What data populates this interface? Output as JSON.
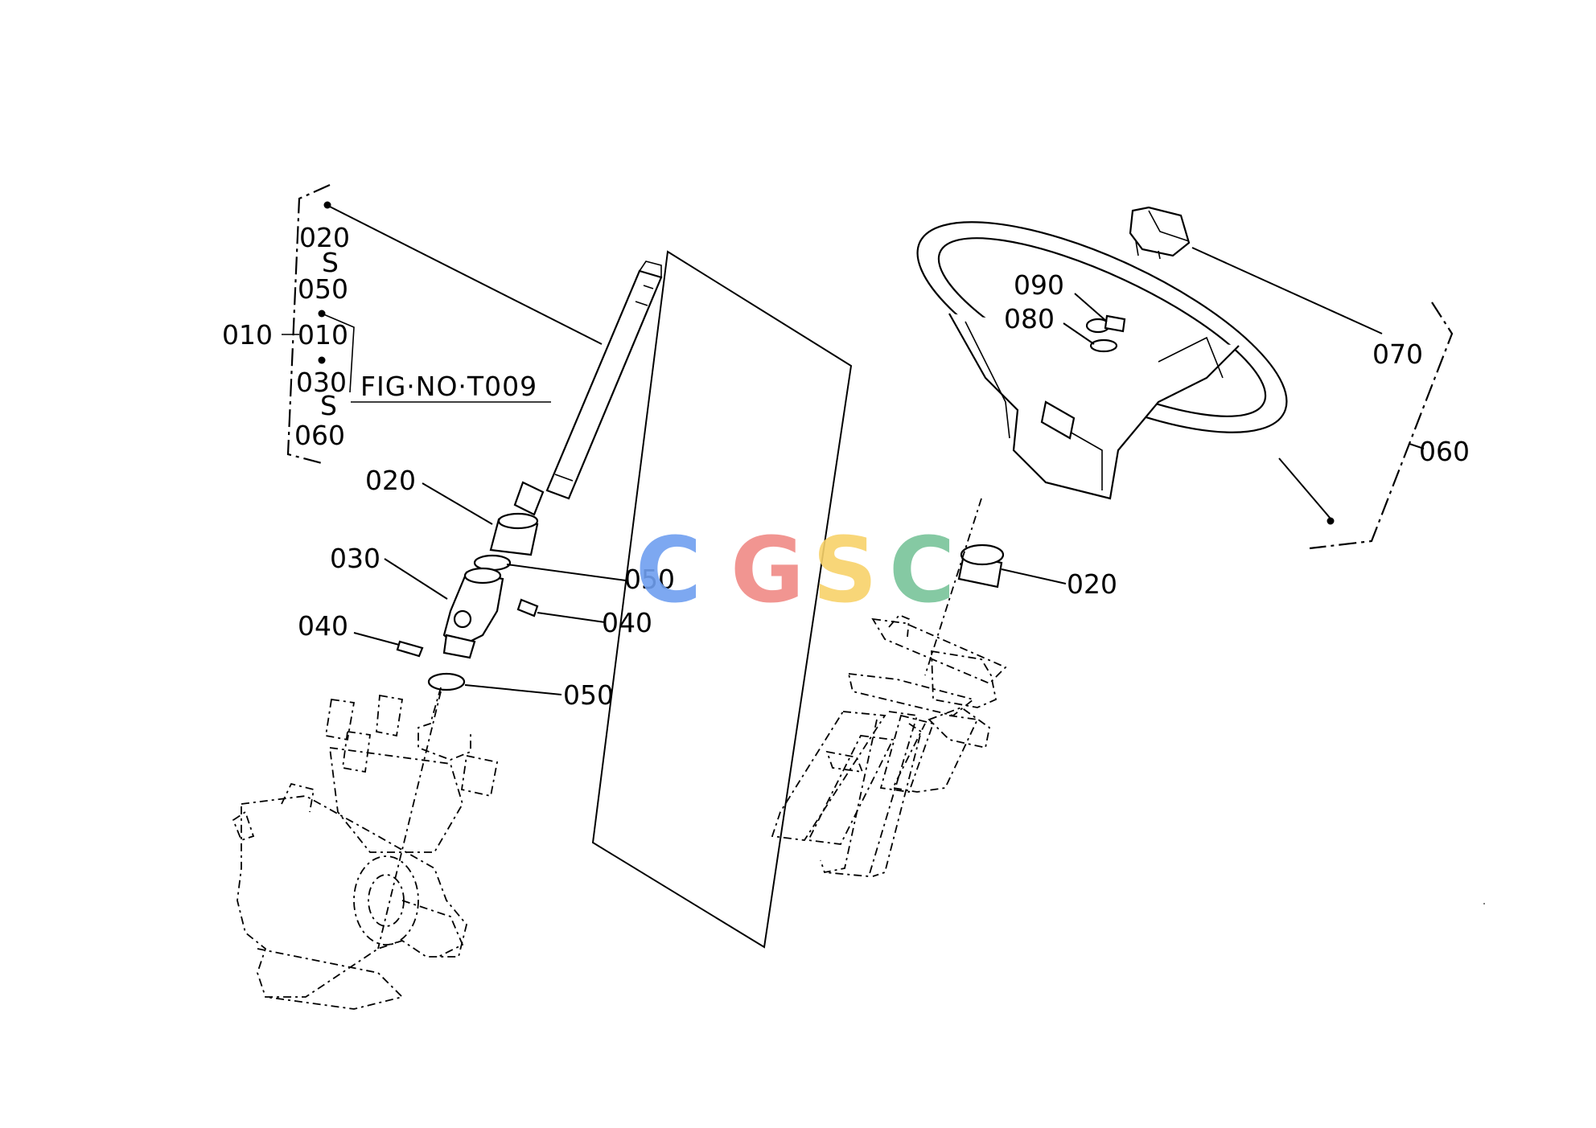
{
  "diagram": {
    "left_bracket": {
      "range_top_start": "020",
      "range_top_sep": "S",
      "range_top_end": "050",
      "assembly_outer": "010",
      "assembly_inner": "010",
      "range_bottom_start": "030",
      "range_bottom_sep": "S",
      "range_bottom_end": "060",
      "fig_ref": "FIG·NO·T009"
    },
    "left_labels": {
      "bushing": "020",
      "u_joint": "030",
      "pin_left": "040",
      "pin_right": "040",
      "ring_upper": "050",
      "ring_lower": "050"
    },
    "right_labels": {
      "nut": "090",
      "washer": "080",
      "cap": "070",
      "wheel_assy": "060",
      "bushing": "020"
    },
    "watermark": {
      "letters": [
        "C",
        "G",
        "S",
        "C"
      ],
      "colors": [
        "#6f9ff0",
        "#f08a86",
        "#f8d26a",
        "#78c49a"
      ]
    }
  }
}
